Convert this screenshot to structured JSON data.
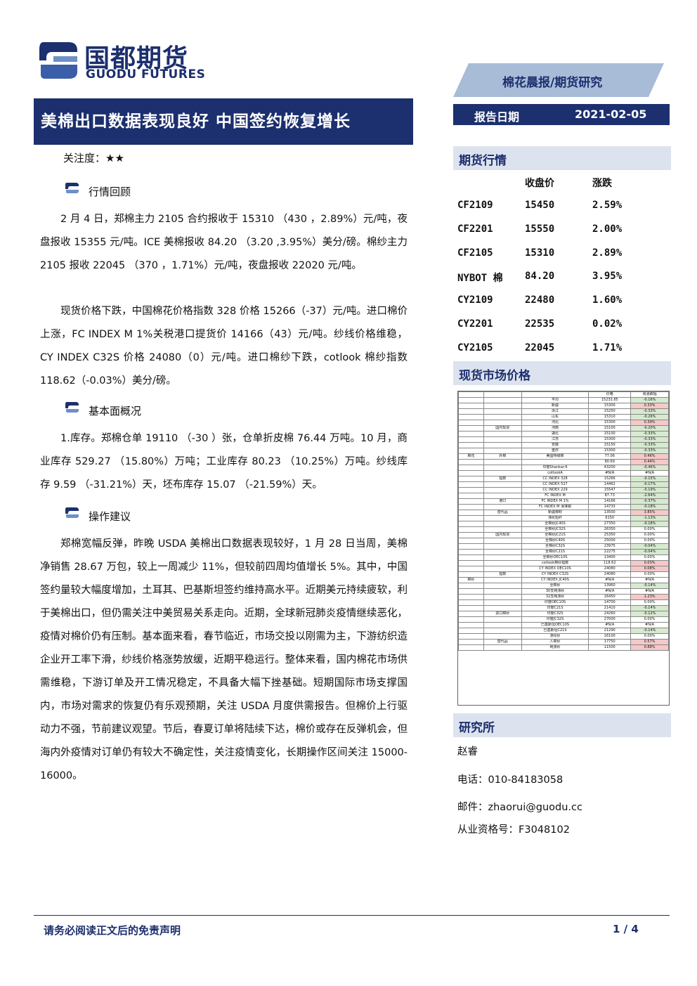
{
  "brand": {
    "name_cn": "国都期货",
    "name_en": "GUODU FUTURES",
    "logo_icon": "guodu-logo-icon"
  },
  "header": {
    "category": "棉花晨报/期货研究",
    "date_label": "报告日期",
    "date_value": "2021-02-05"
  },
  "title": "美棉出口数据表现良好 中国签约恢复增长",
  "focus": "关注度：★★",
  "sections": [
    {
      "title": "行情回顾",
      "paras": [
        "2 月 4 日，郑棉主力 2105 合约报收于 15310 （430 ，2.89%）元/吨，夜盘报收 15355 元/吨。ICE 美棉报收 84.20 （3.20 ,3.95%）美分/磅。棉纱主力 2105 报收 22045 （370 ，1.71%）元/吨，夜盘报收 22020 元/吨。",
        "现货价格下跌，中国棉花价格指数 328 价格 15266（-37）元/吨。进口棉价上涨，FC INDEX M 1%关税港口提货价 14166（43）元/吨。纱线价格维稳，CY INDEX C32S 价格 24080（0）元/吨。进口棉纱下跌，cotlook 棉纱指数 118.62（-0.03%）美分/磅。"
      ]
    },
    {
      "title": "基本面概况",
      "paras": [
        "1.库存。郑棉仓单 19110 （-30 ）张，仓单折皮棉 76.44 万吨。10 月，商业库存 529.27 （15.80%）万吨；工业库存 80.23 （10.25%）万吨。纱线库存 9.59 （-31.21%）天，坯布库存 15.07 （-21.59%）天。"
      ]
    },
    {
      "title": "操作建议",
      "paras": [
        "郑棉宽幅反弹，昨晚 USDA 美棉出口数据表现较好，1 月 28 日当周，美棉净销售 28.67 万包，较上一周减少 11%，但较前四周均值增长 5%。其中，中国签约量较大幅度增加，土耳其、巴基斯坦签约维持高水平。近期美元持续疲软，利于美棉出口，但仍需关注中美贸易关系走向。近期，全球新冠肺炎疫情继续恶化，疫情对棉价仍有压制。基本面来看，春节临近，市场交投以刚需为主，下游纺织造企业开工率下滑，纱线价格涨势放缓，近期平稳运行。整体来看，国内棉花市场供需维稳，下游订单及开工情况稳定，不具备大幅下挫基础。短期国际市场支撑国内，市场对需求的恢复仍有乐观预期，关注 USDA 月度供需报告。但棉价上行驱动力不强，节前建议观望。节后，春夏订单将陆续下达，棉价或存在反弹机会，但海内外疫情对订单仍有较大不确定性，关注疫情变化，长期操作区间关注 15000-16000。"
      ]
    }
  ],
  "futures": {
    "heading": "期货行情",
    "col_close": "收盘价",
    "col_change": "涨跌",
    "rows": [
      {
        "code": "CF2109",
        "close": "15450",
        "change": "2.59%"
      },
      {
        "code": "CF2201",
        "close": "15550",
        "change": "2.00%"
      },
      {
        "code": "CF2105",
        "close": "15310",
        "change": "2.89%"
      },
      {
        "code": "NYBOT 棉",
        "close": "84.20",
        "change": "3.95%"
      },
      {
        "code": "CY2109",
        "close": "22480",
        "change": "1.60%"
      },
      {
        "code": "CY2201",
        "close": "22535",
        "change": "0.02%"
      },
      {
        "code": "CY2105",
        "close": "22045",
        "change": "1.71%"
      }
    ]
  },
  "spot": {
    "heading": "现货市场价格",
    "header": [
      "",
      "",
      "",
      "价格",
      "周涨跌幅"
    ],
    "rows": [
      [
        "",
        "",
        "平均",
        "15233.85",
        "-0.16%"
      ],
      [
        "",
        "",
        "新疆",
        "15300",
        "0.33%"
      ],
      [
        "",
        "",
        "浙江",
        "15250",
        "-0.33%"
      ],
      [
        "",
        "",
        "山东",
        "15310",
        "-0.26%"
      ],
      [
        "",
        "",
        "河北",
        "15300",
        "0.39%"
      ],
      [
        "",
        "国内现货",
        "河南",
        "15100",
        "-0.20%"
      ],
      [
        "",
        "",
        "湖北",
        "15100",
        "-0.33%"
      ],
      [
        "",
        "",
        "江苏",
        "15300",
        "-0.33%"
      ],
      [
        "",
        "",
        "安徽",
        "15150",
        "-0.33%"
      ],
      [
        "",
        "",
        "重庆",
        "15300",
        "-0.33%"
      ],
      [
        "棉花",
        "外棉",
        "美国特级棉",
        "77.06",
        "0.46%"
      ],
      [
        "",
        "",
        "",
        "80.69",
        "0.44%"
      ],
      [
        "",
        "",
        "印度Shankar-6",
        "43200",
        "-0.46%"
      ],
      [
        "",
        "",
        "cotlookA",
        "#N/A",
        "#N/A"
      ],
      [
        "",
        "指数",
        "CC INDEX 328",
        "15266",
        "-0.15%"
      ],
      [
        "",
        "",
        "CC INDEX 527",
        "14462",
        "-0.17%"
      ],
      [
        "",
        "",
        "CC INDEX 229",
        "15547",
        "-0.19%"
      ],
      [
        "",
        "",
        "FC INDEX M",
        "87.73",
        "-2.64%"
      ],
      [
        "",
        "港口",
        "FC INDEX M 1%",
        "14166",
        "-0.37%"
      ],
      [
        "",
        "",
        "FC INDEX M 滑准税",
        "14733",
        "-0.18%"
      ],
      [
        "",
        "替代品",
        "新疆棉籽",
        "13500",
        "3.85%"
      ],
      [
        "",
        "",
        "涤纶短纤",
        "6150",
        "-1.13%"
      ],
      [
        "",
        "",
        "全棉纱JC40S",
        "27350",
        "-0.18%"
      ],
      [
        "",
        "",
        "全棉纱JC32S",
        "26350",
        "0.00%"
      ],
      [
        "",
        "国内现货",
        "全棉纱JC21S",
        "25350",
        "0.00%"
      ],
      [
        "",
        "",
        "全棉纱C40S",
        "25000",
        "0.00%"
      ],
      [
        "",
        "",
        "全棉纱C32S",
        "23975",
        "-0.04%"
      ],
      [
        "",
        "",
        "全棉纱C21S",
        "22275",
        "-0.04%"
      ],
      [
        "",
        "",
        "全棉纱OEC10S",
        "13400",
        "0.00%"
      ],
      [
        "",
        "",
        "cotlook棉纱指数",
        "118.62",
        "0.03%"
      ],
      [
        "",
        "",
        "CY INDEX OEC10S",
        "24080",
        "0.08%"
      ],
      [
        "",
        "指数",
        "CY INDEX C32S",
        "24080",
        "0.00%"
      ],
      [
        "棉纱",
        "",
        "CY INDEX JC40S",
        "#N/A",
        "#N/A"
      ],
      [
        "",
        "",
        "全棉纱",
        "13960",
        "-0.14%"
      ],
      [
        "",
        "",
        "30支纯涤纱",
        "#N/A",
        "#N/A"
      ],
      [
        "",
        "",
        "32支纯涤纱",
        "16450",
        "1.23%"
      ],
      [
        "",
        "",
        "印度OEC10S",
        "14700",
        "0.00%"
      ],
      [
        "",
        "",
        "印度C21S",
        "21410",
        "-0.14%"
      ],
      [
        "",
        "进口棉纱",
        "印度C32S",
        "24260",
        "-0.12%"
      ],
      [
        "",
        "",
        "印度JC32S",
        "27000",
        "0.00%"
      ],
      [
        "",
        "",
        "巴基斯坦OEC10S",
        "#N/A",
        "#N/A"
      ],
      [
        "",
        "",
        "巴基斯坦C21S",
        "21290",
        "-0.14%"
      ],
      [
        "",
        "",
        "涤纶纱",
        "16100",
        "0.00%"
      ],
      [
        "",
        "替代品",
        "人棉纱",
        "17750",
        "0.57%"
      ],
      [
        "",
        "",
        "纯涤纱",
        "11500",
        "0.88%"
      ]
    ]
  },
  "research": {
    "heading": "研究所",
    "analyst": "赵睿",
    "phone": "电话：010-84183058",
    "email": "邮件：zhaorui@guodu.cc",
    "license": "从业资格号：F3048102"
  },
  "footer": {
    "disclaimer": "请务必阅读正文后的免责声明",
    "page": "1 / 4"
  },
  "colors": {
    "navy": "#1c2f6e",
    "banner": "#a8bcd8",
    "light": "#dde3ee",
    "pos": "#f5c9c9",
    "neg": "#d7ead0"
  }
}
